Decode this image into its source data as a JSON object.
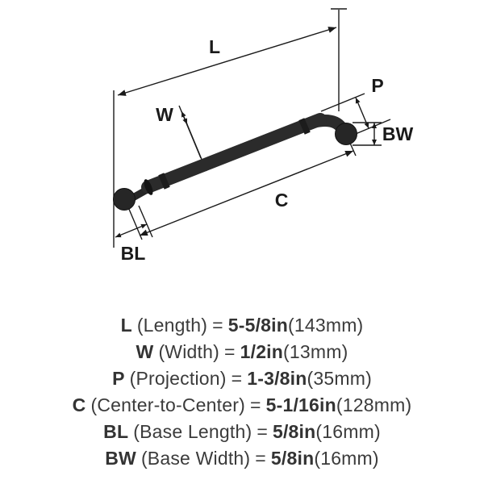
{
  "diagram": {
    "labels": {
      "L": "L",
      "W": "W",
      "P": "P",
      "BW": "BW",
      "C": "C",
      "BL": "BL"
    }
  },
  "specs": [
    {
      "abbr": "L",
      "name": "(Length)",
      "eq": "=",
      "value": "5-5/8in",
      "metric": "(143mm)"
    },
    {
      "abbr": "W",
      "name": "(Width)",
      "eq": "=",
      "value": "1/2in",
      "metric": "(13mm)"
    },
    {
      "abbr": "P",
      "name": "(Projection)",
      "eq": "=",
      "value": "1-3/8in",
      "metric": "(35mm)"
    },
    {
      "abbr": "C",
      "name": "(Center-to-Center)",
      "eq": "=",
      "value": "5-1/16in",
      "metric": "(128mm)"
    },
    {
      "abbr": "BL",
      "name": "(Base Length)",
      "eq": "=",
      "value": "5/8in",
      "metric": "(16mm)"
    },
    {
      "abbr": "BW",
      "name": "(Base Width)",
      "eq": "=",
      "value": "5/8in",
      "metric": "(16mm)"
    }
  ],
  "colors": {
    "handle": "#2b2b2b",
    "line": "#1a1a1a",
    "text": "#3b3b3b"
  }
}
